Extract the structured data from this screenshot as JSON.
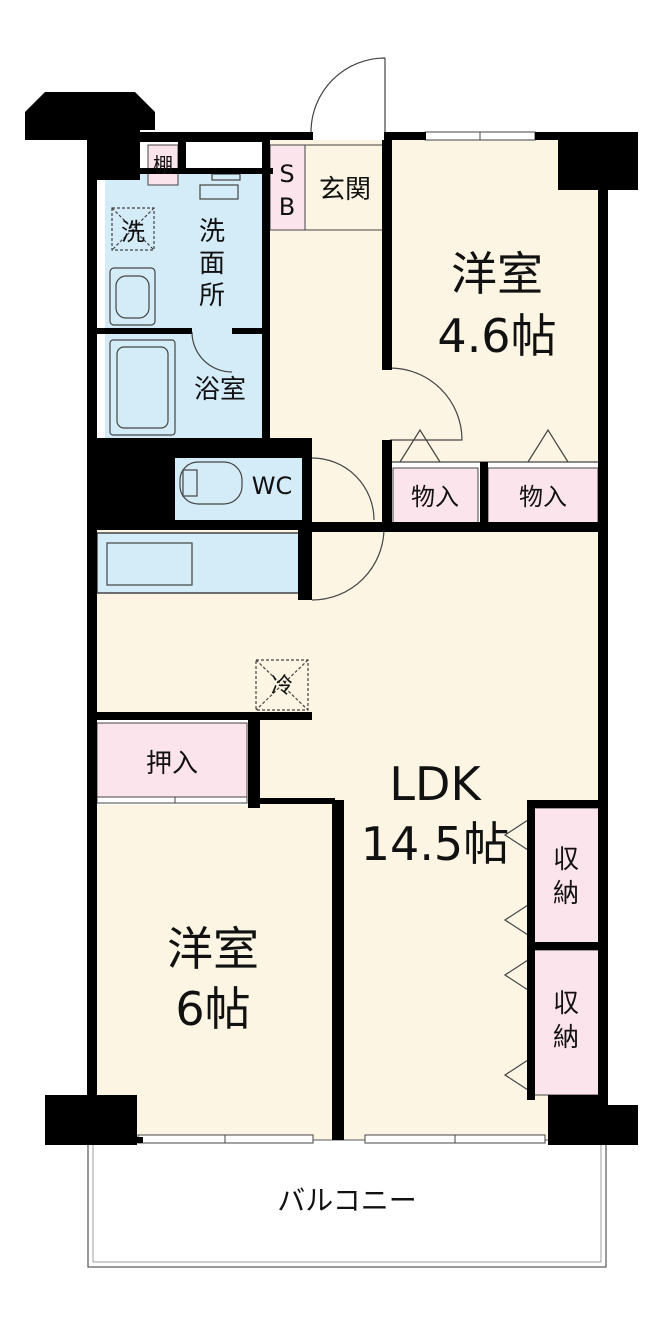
{
  "colors": {
    "cream": "#fcf5e3",
    "blue": "#d4ecf7",
    "pink": "#fbe4ec",
    "wall": "#000000",
    "line": "#444444"
  },
  "rooms": {
    "western_north": {
      "name": "洋室",
      "size": "4.6帖"
    },
    "western_south": {
      "name": "洋室",
      "size": "6帖"
    },
    "ldk": {
      "name": "LDK",
      "size": "14.5帖"
    },
    "washroom": {
      "chars": [
        "洗",
        "面",
        "所"
      ]
    },
    "bath": {
      "name": "浴室"
    },
    "wc": {
      "name": "WC"
    },
    "entrance": {
      "name": "玄関"
    },
    "shoebox": {
      "chars": [
        "S",
        "B"
      ]
    },
    "shelf": {
      "name": "棚"
    },
    "washer": {
      "name": "洗"
    },
    "fridge": {
      "name": "冷"
    },
    "closet_left": {
      "name": "物入"
    },
    "closet_right": {
      "name": "物入"
    },
    "oshiire": {
      "name": "押入"
    },
    "storage_upper": {
      "chars": [
        "収",
        "納"
      ]
    },
    "storage_lower": {
      "chars": [
        "収",
        "納"
      ]
    },
    "balcony": {
      "name": "バルコニー"
    }
  }
}
